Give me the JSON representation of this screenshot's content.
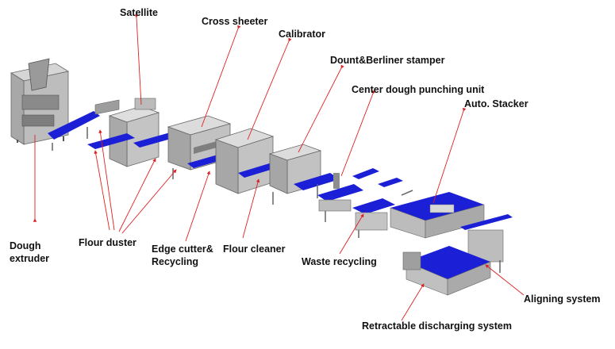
{
  "labels": {
    "satellite": "Satellite",
    "cross_sheeter": "Cross sheeter",
    "calibrator": "Calibrator",
    "stamper": "Dount&Berliner stamper",
    "punching": "Center dough punching unit",
    "stacker": "Auto. Stacker",
    "dough_line1": "Dough",
    "dough_line2": "extruder",
    "flour_duster": "Flour duster",
    "edge_line1": "Edge cutter&",
    "edge_line2": "Recycling",
    "flour_cleaner": "Flour cleaner",
    "waste": "Waste recycling",
    "aligning": "Aligning system",
    "retractable": "Retractable discharging system"
  },
  "colors": {
    "leader": "#e02020",
    "belt": "#1b1fd6",
    "metal": "#c9c9c9",
    "metal_dark": "#8f8f8f",
    "frame": "#6e6e6e"
  }
}
